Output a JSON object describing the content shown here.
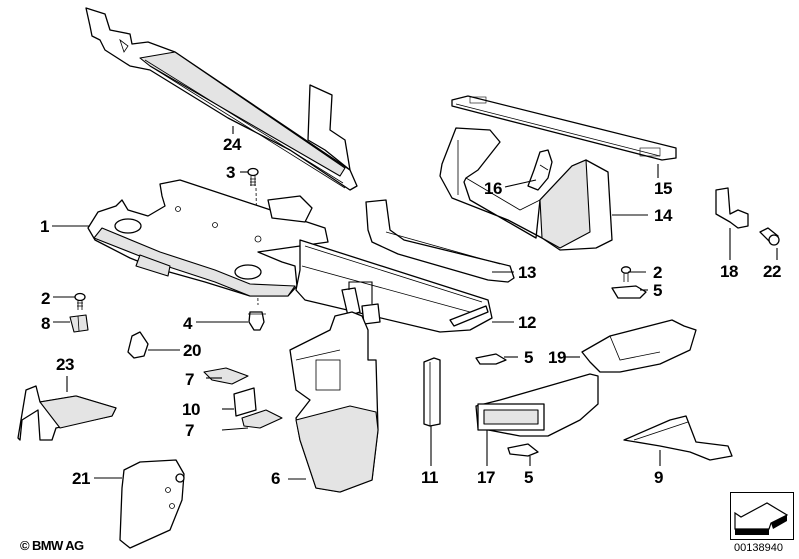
{
  "diagram": {
    "title": "Parts exploded view",
    "copyright": "© BMW AG",
    "reference_number": "00138940",
    "nav_icon": "arrow-down-left-icon",
    "callouts": [
      {
        "id": "1",
        "label": "1"
      },
      {
        "id": "2a",
        "label": "2"
      },
      {
        "id": "2b",
        "label": "2"
      },
      {
        "id": "3",
        "label": "3"
      },
      {
        "id": "4",
        "label": "4"
      },
      {
        "id": "5a",
        "label": "5"
      },
      {
        "id": "5b",
        "label": "5"
      },
      {
        "id": "5c",
        "label": "5"
      },
      {
        "id": "6",
        "label": "6"
      },
      {
        "id": "7a",
        "label": "7"
      },
      {
        "id": "7b",
        "label": "7"
      },
      {
        "id": "8",
        "label": "8"
      },
      {
        "id": "9",
        "label": "9"
      },
      {
        "id": "10",
        "label": "10"
      },
      {
        "id": "11",
        "label": "11"
      },
      {
        "id": "12",
        "label": "12"
      },
      {
        "id": "13",
        "label": "13"
      },
      {
        "id": "14",
        "label": "14"
      },
      {
        "id": "15",
        "label": "15"
      },
      {
        "id": "16",
        "label": "16"
      },
      {
        "id": "17",
        "label": "17"
      },
      {
        "id": "18",
        "label": "18"
      },
      {
        "id": "19",
        "label": "19"
      },
      {
        "id": "20",
        "label": "20"
      },
      {
        "id": "21",
        "label": "21"
      },
      {
        "id": "22",
        "label": "22"
      },
      {
        "id": "23",
        "label": "23"
      },
      {
        "id": "24",
        "label": "24"
      }
    ]
  }
}
